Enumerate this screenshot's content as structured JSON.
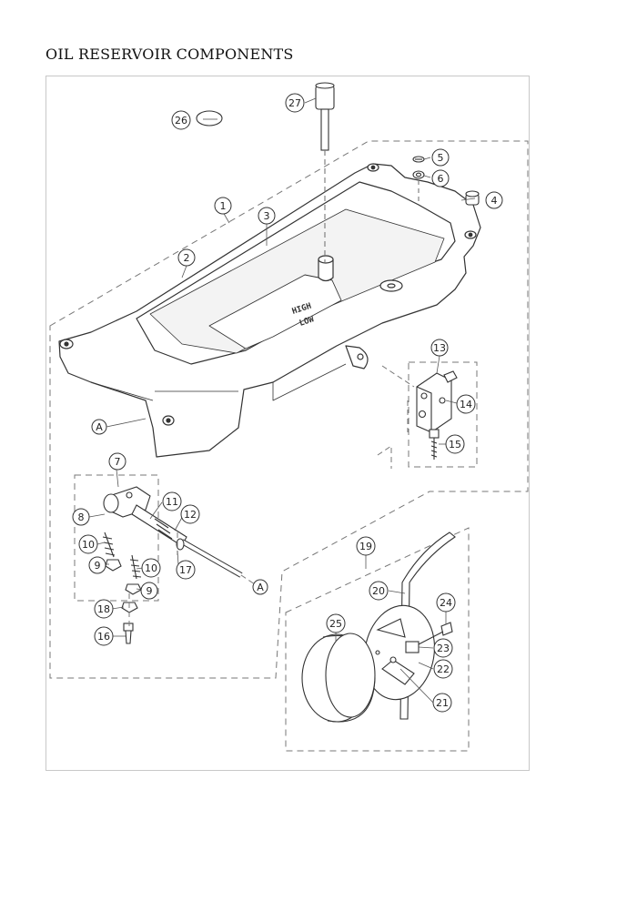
{
  "title": "OIL RESERVOIR COMPONENTS",
  "reservoir_markings": {
    "high": "HIGH",
    "low": "LOW"
  },
  "callouts": {
    "c1": "1",
    "c2": "2",
    "c3": "3",
    "c4": "4",
    "c5": "5",
    "c6": "6",
    "c7": "7",
    "c8": "8",
    "c9a": "9",
    "c9b": "9",
    "c10a": "10",
    "c10b": "10",
    "c11": "11",
    "c12": "12",
    "c13": "13",
    "c14": "14",
    "c15": "15",
    "c16": "16",
    "c17": "17",
    "c18": "18",
    "c19": "19",
    "c20": "20",
    "c21": "21",
    "c22": "22",
    "c23": "23",
    "c24": "24",
    "c25": "25",
    "c26": "26",
    "c27": "27"
  },
  "reference_marks": {
    "refA1": "A",
    "refA2": "A"
  }
}
